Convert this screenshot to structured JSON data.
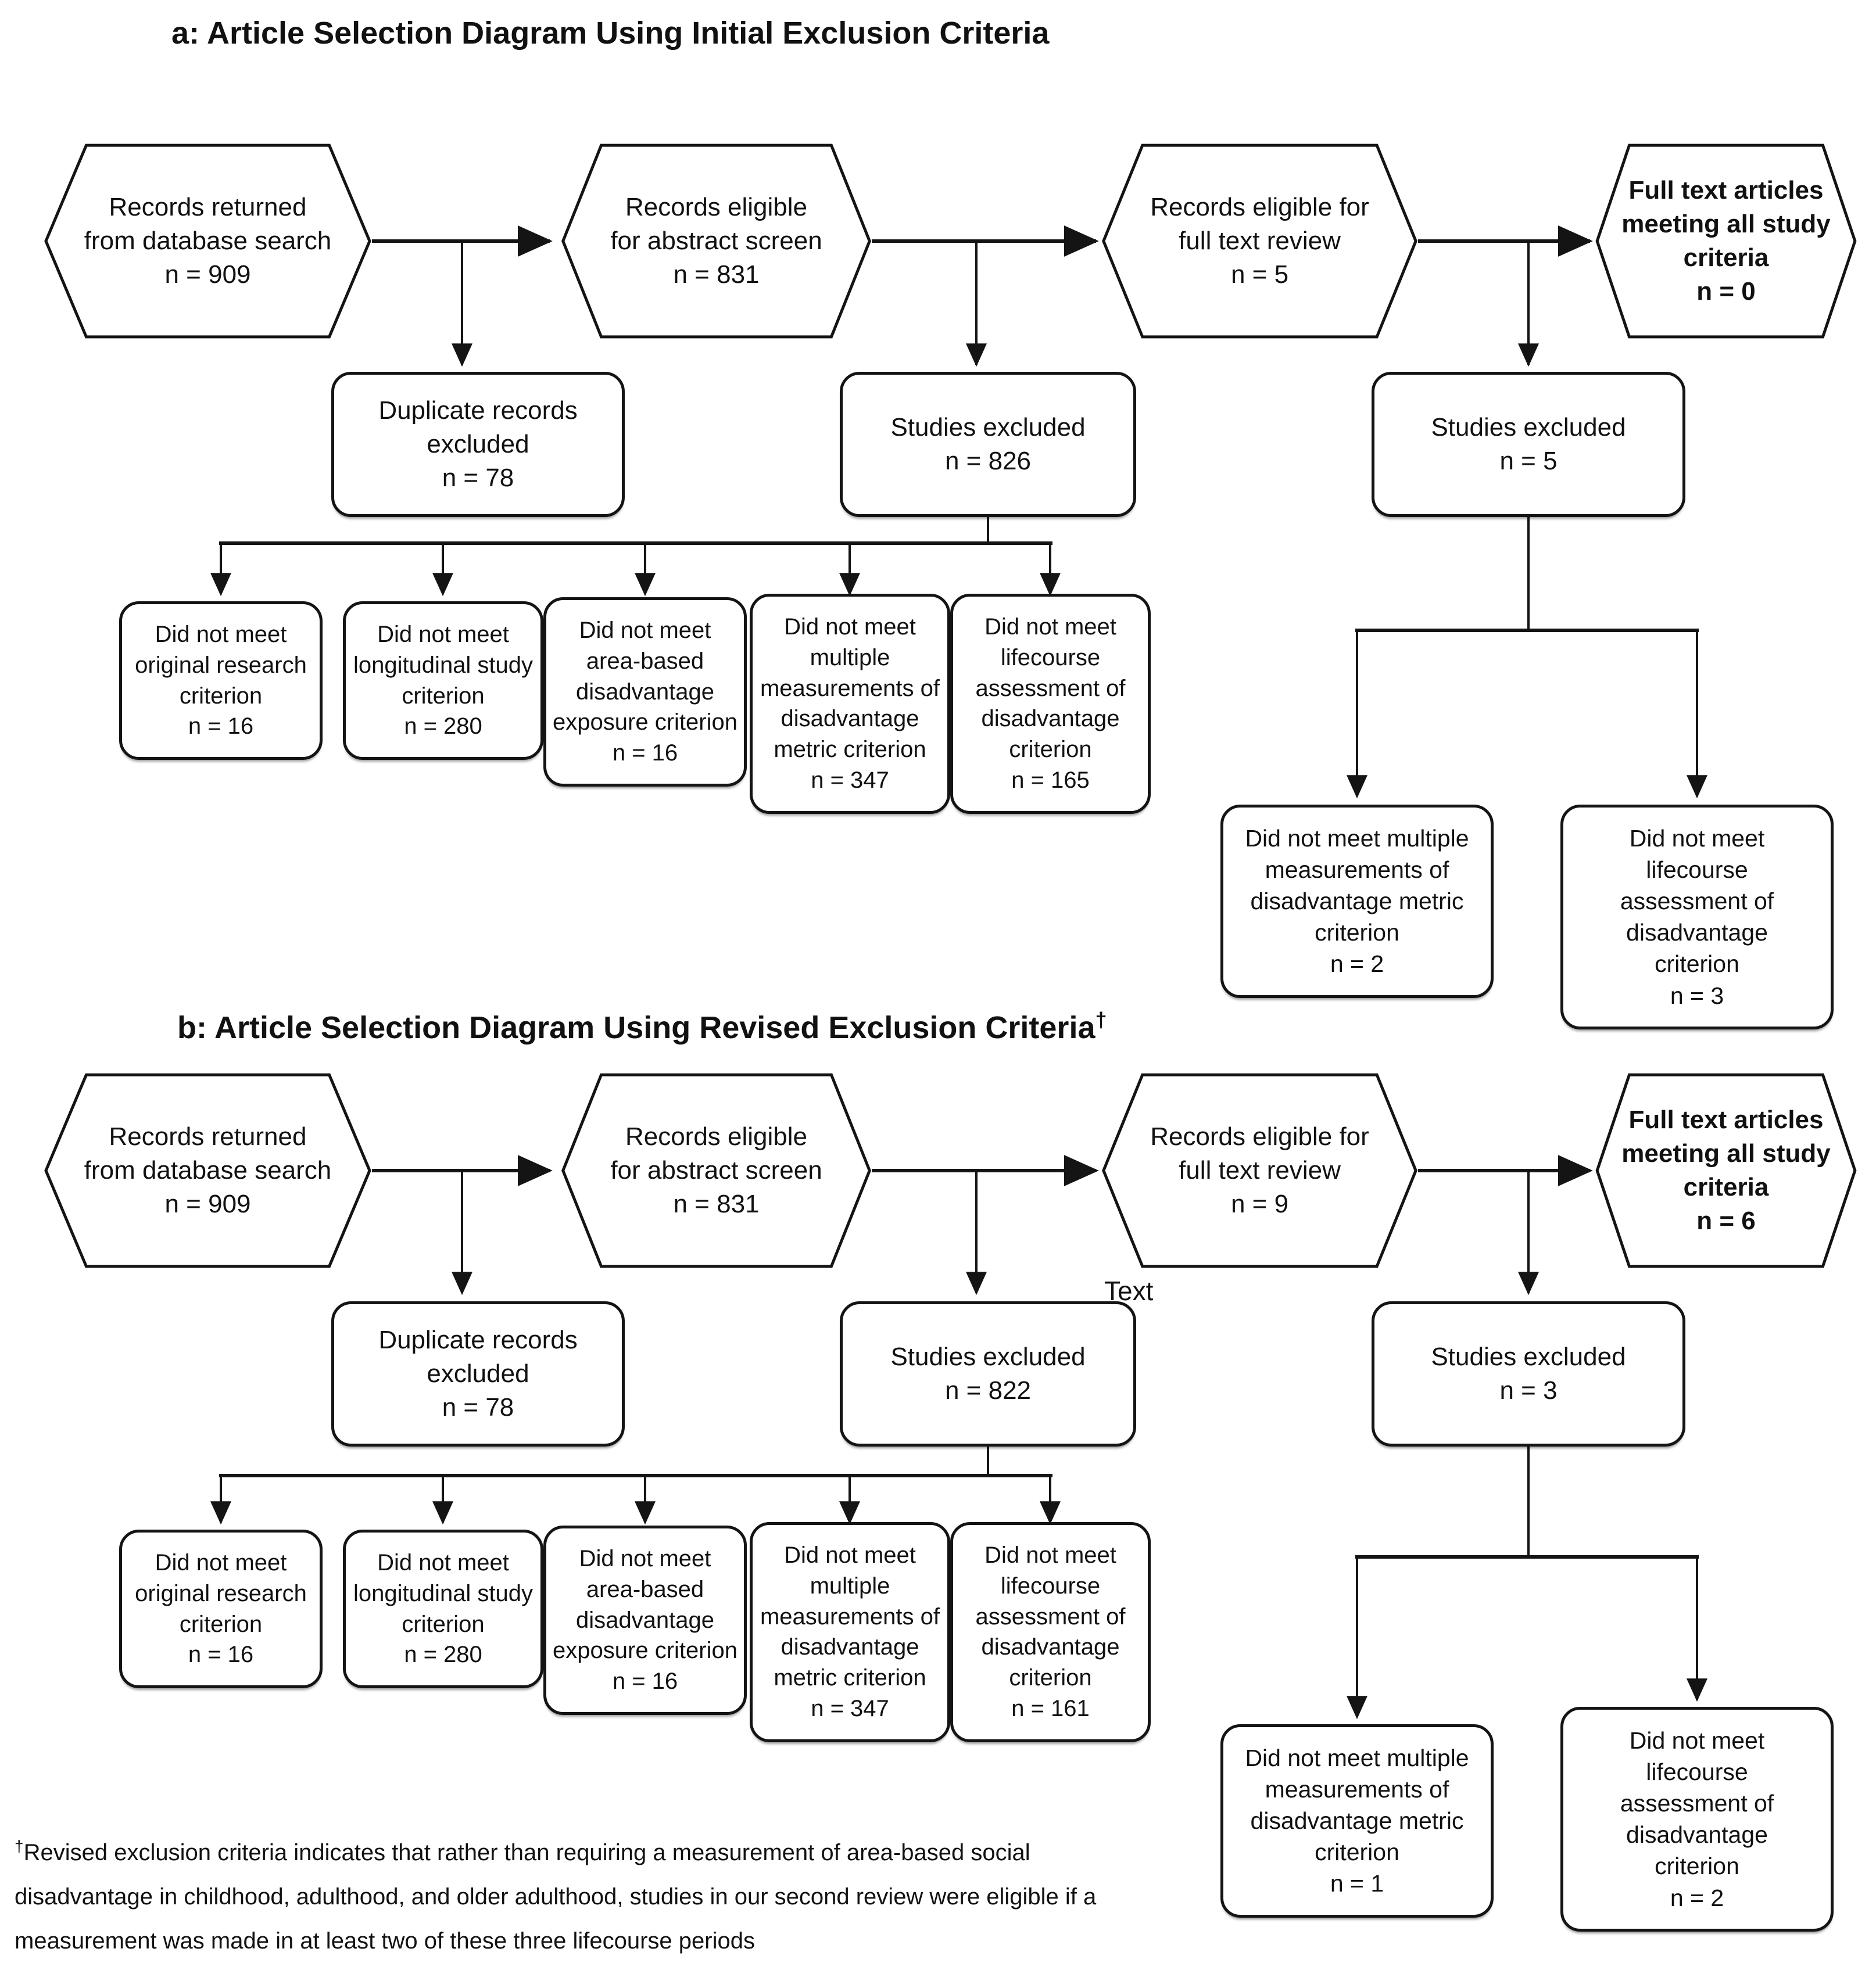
{
  "page": {
    "background": "#ffffff",
    "line_color": "#141414"
  },
  "a": {
    "title": "a: Article Selection Diagram Using Initial Exclusion Criteria",
    "hex_records_returned": "Records returned\nfrom database search\nn = 909",
    "hex_abstract_screen": "Records eligible\nfor abstract screen\nn = 831",
    "hex_full_text_review": "Records eligible for\nfull text review\nn = 5",
    "hex_meeting_criteria": "Full text articles\nmeeting all study\ncriteria\nn = 0",
    "box_duplicates": "Duplicate records\nexcluded\nn = 78",
    "box_excluded_abstract": "Studies excluded\nn = 826",
    "box_excluded_fulltext": "Studies excluded\nn = 5",
    "crit_original_research": "Did not meet\noriginal research\ncriterion\nn = 16",
    "crit_longitudinal": "Did not meet\nlongitudinal study\ncriterion\nn = 280",
    "crit_area_based": "Did not meet\narea-based\ndisadvantage\nexposure criterion\nn = 16",
    "crit_multiple_measurements": "Did not meet\nmultiple\nmeasurements of\ndisadvantage\nmetric criterion\nn = 347",
    "crit_lifecourse": "Did not meet\nlifecourse\nassessment of\ndisadvantage\ncriterion\nn = 165",
    "sub_multiple_measurements": "Did not meet multiple\nmeasurements of\ndisadvantage metric\ncriterion\nn = 2",
    "sub_lifecourse": "Did not meet\nlifecourse\nassessment of\ndisadvantage\ncriterion\nn = 3"
  },
  "b": {
    "title": "b: Article Selection Diagram Using Revised Exclusion Criteria",
    "title_sup": "†",
    "text_label": "Text",
    "hex_records_returned": "Records returned\nfrom database search\nn = 909",
    "hex_abstract_screen": "Records eligible\nfor abstract screen\nn = 831",
    "hex_full_text_review": "Records eligible for\nfull text review\nn = 9",
    "hex_meeting_criteria": "Full text articles\nmeeting all study\ncriteria\nn = 6",
    "box_duplicates": "Duplicate records\nexcluded\nn = 78",
    "box_excluded_abstract": "Studies excluded\nn = 822",
    "box_excluded_fulltext": "Studies excluded\nn = 3",
    "crit_original_research": "Did not meet\noriginal research\ncriterion\nn = 16",
    "crit_longitudinal": "Did not meet\nlongitudinal study\ncriterion\nn = 280",
    "crit_area_based": "Did not meet\narea-based\ndisadvantage\nexposure criterion\nn = 16",
    "crit_multiple_measurements": "Did not meet\nmultiple\nmeasurements of\ndisadvantage\nmetric criterion\nn = 347",
    "crit_lifecourse": "Did not meet\nlifecourse\nassessment of\ndisadvantage\ncriterion\nn = 161",
    "sub_multiple_measurements": "Did not meet multiple\nmeasurements of\ndisadvantage metric\ncriterion\nn = 1",
    "sub_lifecourse": "Did not meet\nlifecourse\nassessment of\ndisadvantage\ncriterion\nn = 2"
  },
  "footnote": {
    "symbol": "†",
    "text": "Revised exclusion criteria indicates that rather than requiring a measurement of area-based social\ndisadvantage in childhood, adulthood, and older adulthood, studies in our second review were eligible if a\nmeasurement was made in at least two of these three lifecourse periods"
  }
}
